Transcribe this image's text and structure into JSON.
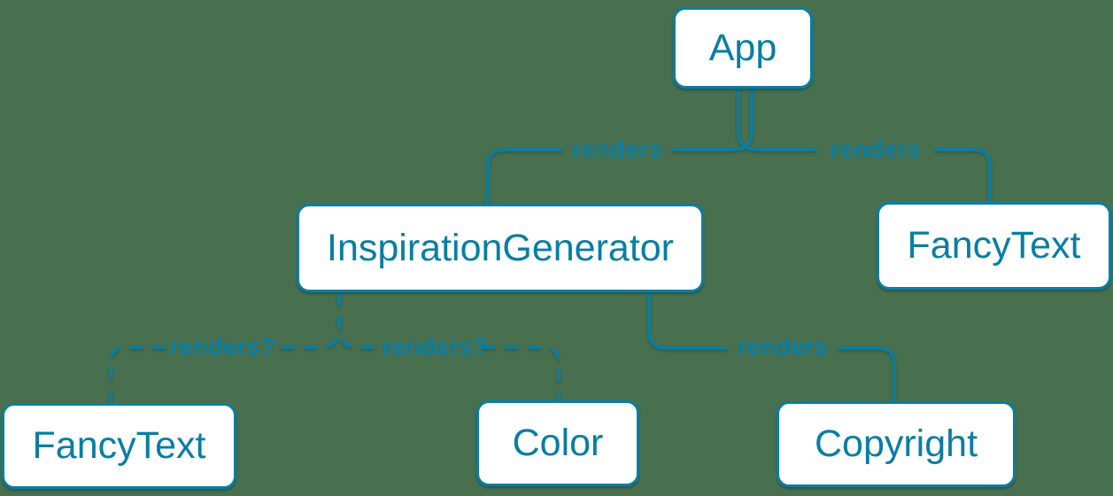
{
  "diagram": {
    "background_color": "#48704F",
    "accent_color": "#087EA4",
    "node_fill_color": "#FFFFFF",
    "nodes": [
      {
        "id": "app",
        "label": "App"
      },
      {
        "id": "inspiration-generator",
        "label": "InspirationGenerator"
      },
      {
        "id": "fancy-text-top",
        "label": "FancyText"
      },
      {
        "id": "fancy-text-bottom",
        "label": "FancyText"
      },
      {
        "id": "color",
        "label": "Color"
      },
      {
        "id": "copyright",
        "label": "Copyright"
      }
    ],
    "edges": [
      {
        "from": "App",
        "to": "InspirationGenerator",
        "label": "renders",
        "style": "solid"
      },
      {
        "from": "App",
        "to": "FancyText",
        "label": "renders",
        "style": "solid"
      },
      {
        "from": "InspirationGenerator",
        "to": "FancyText",
        "label": "renders?",
        "style": "dashed"
      },
      {
        "from": "InspirationGenerator",
        "to": "Color",
        "label": "renders?",
        "style": "dashed"
      },
      {
        "from": "InspirationGenerator",
        "to": "Copyright",
        "label": "renders",
        "style": "solid"
      }
    ]
  }
}
